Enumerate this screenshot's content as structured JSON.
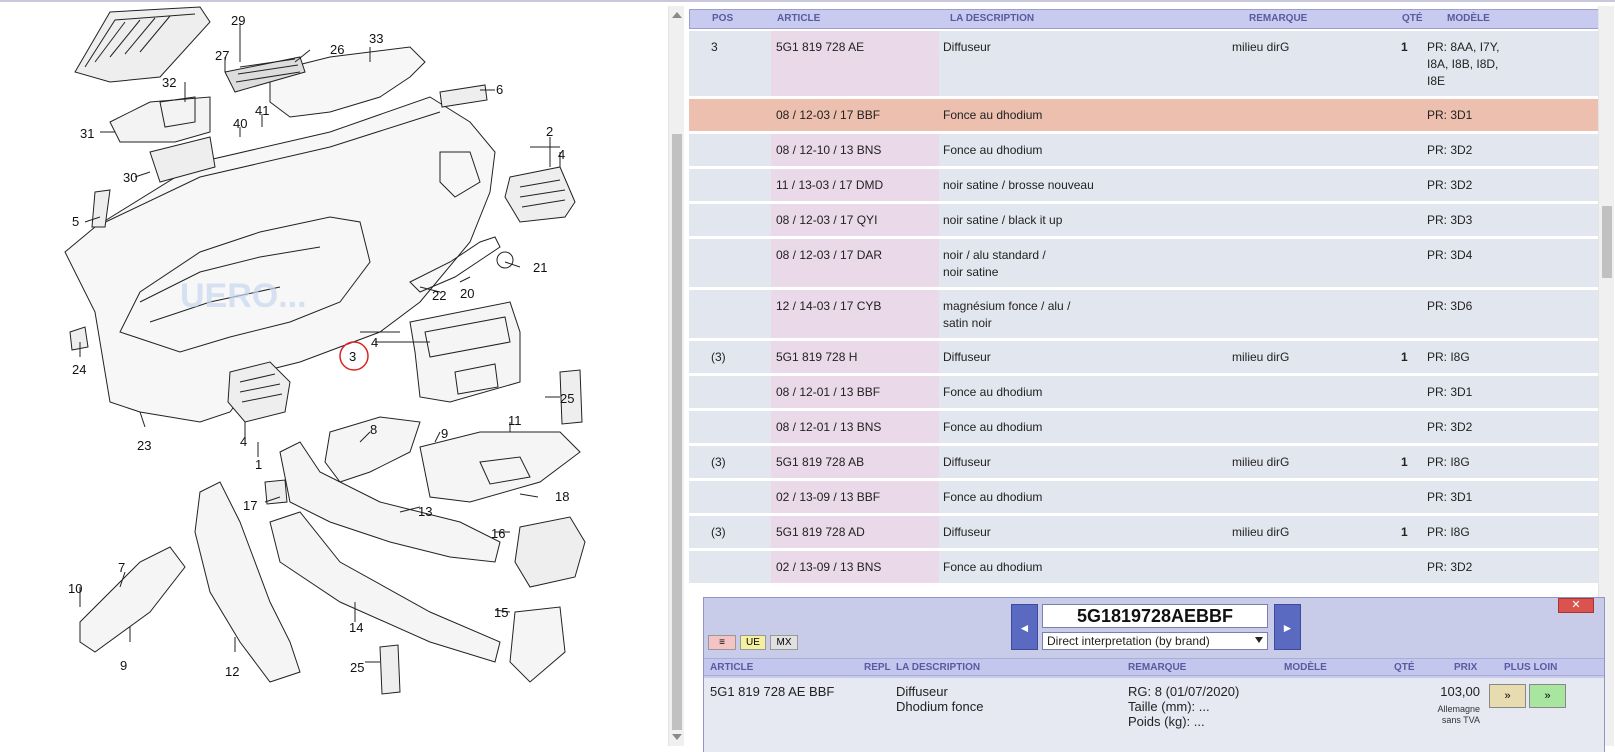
{
  "diagram": {
    "callouts": [
      "29",
      "27",
      "26",
      "33",
      "32",
      "6",
      "40",
      "41",
      "31",
      "2",
      "4",
      "30",
      "5",
      "21",
      "22",
      "20",
      "3",
      "4",
      "24",
      "25",
      "23",
      "8",
      "9",
      "11",
      "4",
      "1",
      "18",
      "13",
      "17",
      "16",
      "10",
      "7",
      "15",
      "14",
      "12",
      "9",
      "25"
    ],
    "watermark": "UERO..."
  },
  "parts_table": {
    "headers": {
      "pos": "POS",
      "article": "ARTICLE",
      "description": "LA DESCRIPTION",
      "remark": "REMARQUE",
      "qty": "QTÉ",
      "model": "MODÈLE"
    },
    "rows": [
      {
        "pos": "3",
        "article": "5G1 819 728 AE",
        "description": "Diffuseur",
        "remark": "milieu dirG",
        "qty": "1",
        "model": "PR: 8AA, I7Y,\nI8A, I8B, I8D,\nI8E",
        "highlight": false
      },
      {
        "pos": "",
        "article": "08 / 12-03 / 17 BBF",
        "description": "Fonce au dhodium",
        "remark": "",
        "qty": "",
        "model": "PR: 3D1",
        "highlight": true
      },
      {
        "pos": "",
        "article": "08 / 12-10 / 13 BNS",
        "description": "Fonce au dhodium",
        "remark": "",
        "qty": "",
        "model": "PR: 3D2",
        "highlight": false
      },
      {
        "pos": "",
        "article": "11 / 13-03 / 17 DMD",
        "description": "noir satine / brosse nouveau",
        "remark": "",
        "qty": "",
        "model": "PR: 3D2",
        "highlight": false
      },
      {
        "pos": "",
        "article": "08 / 12-03 / 17 QYI",
        "description": "noir satine / black it up",
        "remark": "",
        "qty": "",
        "model": "PR: 3D3",
        "highlight": false
      },
      {
        "pos": "",
        "article": "08 / 12-03 / 17 DAR",
        "description": "noir / alu standard /\nnoir satine",
        "remark": "",
        "qty": "",
        "model": "PR: 3D4",
        "highlight": false
      },
      {
        "pos": "",
        "article": "12 / 14-03 / 17 CYB",
        "description": "magnésium fonce / alu /\nsatin noir",
        "remark": "",
        "qty": "",
        "model": "PR: 3D6",
        "highlight": false
      },
      {
        "pos": "(3)",
        "article": "5G1 819 728 H",
        "description": "Diffuseur",
        "remark": "milieu dirG",
        "qty": "1",
        "model": "PR: I8G",
        "highlight": false
      },
      {
        "pos": "",
        "article": "08 / 12-01 / 13 BBF",
        "description": "Fonce au dhodium",
        "remark": "",
        "qty": "",
        "model": "PR: 3D1",
        "highlight": false
      },
      {
        "pos": "",
        "article": "08 / 12-01 / 13 BNS",
        "description": "Fonce au dhodium",
        "remark": "",
        "qty": "",
        "model": "PR: 3D2",
        "highlight": false
      },
      {
        "pos": "(3)",
        "article": "5G1 819 728 AB",
        "description": "Diffuseur",
        "remark": "milieu dirG",
        "qty": "1",
        "model": "PR: I8G",
        "highlight": false
      },
      {
        "pos": "",
        "article": "02 / 13-09 / 13 BBF",
        "description": "Fonce au dhodium",
        "remark": "",
        "qty": "",
        "model": "PR: 3D1",
        "highlight": false
      },
      {
        "pos": "(3)",
        "article": "5G1 819 728 AD",
        "description": "Diffuseur",
        "remark": "milieu dirG",
        "qty": "1",
        "model": "PR: I8G",
        "highlight": false
      },
      {
        "pos": "",
        "article": "02 / 13-09 / 13 BNS",
        "description": "Fonce au dhodium",
        "remark": "",
        "qty": "",
        "model": "PR: 3D2",
        "highlight": false
      }
    ]
  },
  "popup": {
    "close_label": "✕",
    "prev_label": "◄",
    "next_label": "►",
    "code": "5G1819728AEBBF",
    "interpretation": "Direct interpretation (by brand)",
    "tags": [
      "≡",
      "UE",
      "MX"
    ],
    "headers": {
      "article": "ARTICLE",
      "repl": "REPL",
      "description": "LA DESCRIPTION",
      "remark": "REMARQUE",
      "model": "MODÈLE",
      "qty": "QTÉ",
      "price": "PRIX",
      "more": "PLUS LOIN"
    },
    "item": {
      "article": "5G1 819 728 AE BBF",
      "description_line1": "Diffuseur",
      "description_line2": "Dhodium fonce",
      "remark_line1": "RG: 8 (01/07/2020)",
      "remark_line2": "Taille (mm): ...",
      "remark_line3": "Poids (kg): ...",
      "price": "103,00",
      "price_note1": "Allemagne",
      "price_note2": "sans TVA",
      "btn1": "»",
      "btn2": "»"
    }
  },
  "colors": {
    "header_bg": "#c8cbef",
    "row_bg": "#e2e6ef",
    "article_bg": "#e9d9e9",
    "highlight": "#ecbfae",
    "accent": "#5a6ac0"
  }
}
